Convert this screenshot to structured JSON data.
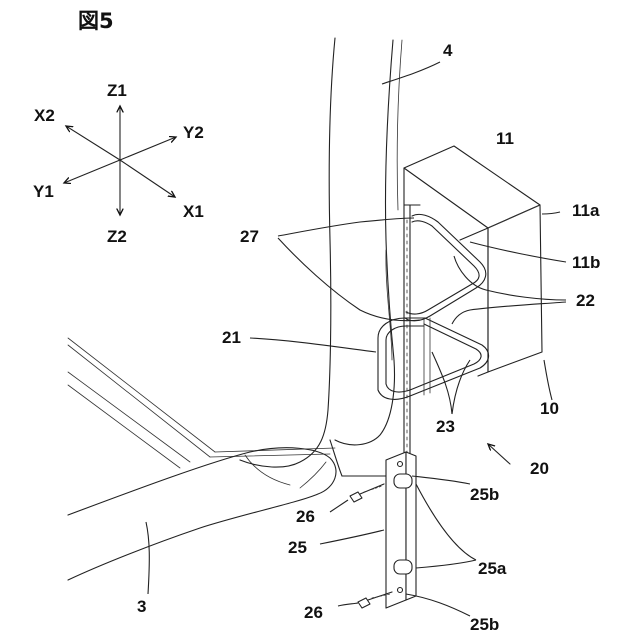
{
  "figure": {
    "title": "図5",
    "axes": {
      "z1": "Z1",
      "z2": "Z2",
      "x1": "X1",
      "x2": "X2",
      "y1": "Y1",
      "y2": "Y2"
    },
    "labels": {
      "l4": "4",
      "l11": "11",
      "l11a": "11a",
      "l11b": "11b",
      "l27": "27",
      "l22": "22",
      "l21": "21",
      "l10": "10",
      "l23": "23",
      "l20": "20",
      "l25b_top": "25b",
      "l26_top": "26",
      "l25": "25",
      "l25a": "25a",
      "l3": "3",
      "l26_bottom": "26",
      "l25b_bottom": "25b"
    }
  }
}
